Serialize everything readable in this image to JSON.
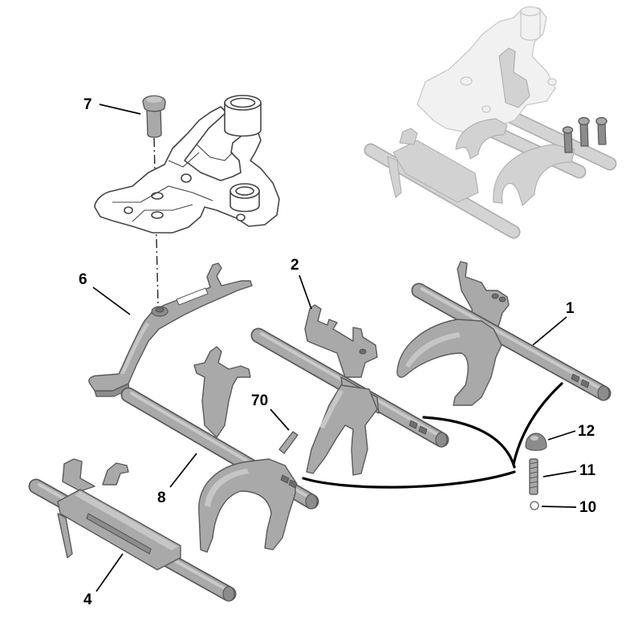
{
  "callouts": {
    "part_1": "1",
    "part_2": "2",
    "part_4": "4",
    "part_6": "6",
    "part_7": "7",
    "part_8": "8",
    "part_10": "10",
    "part_11": "11",
    "part_12": "12",
    "part_70": "70"
  },
  "colors": {
    "part_fill": "#a9a9a9",
    "part_stroke": "#5a5a5a",
    "ghost_fill": "#f1f1f1",
    "ghost_stroke": "#c9c9c9",
    "bracket_fill": "#ffffff",
    "leader": "#000000"
  }
}
